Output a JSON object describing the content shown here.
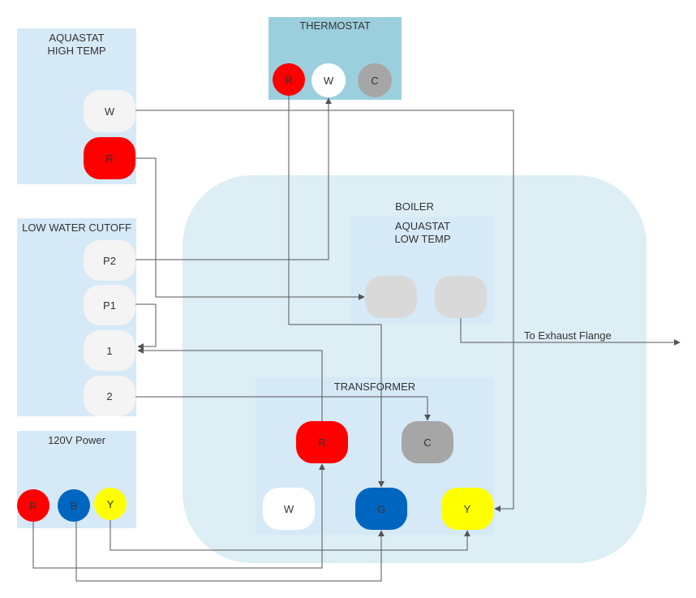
{
  "colors": {
    "red": "#ff0000",
    "white": "#ffffff",
    "light_gray": "#f4f4f4",
    "gray": "#a6a6a6",
    "placeholder": "#d9d9d9",
    "blue": "#0066c0",
    "yellow": "#ffff00",
    "panel": "#d6e9f6",
    "thermostat_panel": "#9ccfdd",
    "boiler": "#ddeef5",
    "wire": "#555555"
  },
  "aquastat_high": {
    "title": "AQUASTAT\nHIGH TEMP",
    "w": "W",
    "r": "R"
  },
  "thermostat": {
    "title": "THERMOSTAT",
    "r": "R",
    "w": "W",
    "c": "C"
  },
  "low_water": {
    "title": "LOW WATER CUTOFF",
    "p2": "P2",
    "p1": "P1",
    "t1": "1",
    "t2": "2"
  },
  "power": {
    "title": "120V Power",
    "r": "R",
    "b": "B",
    "y": "Y"
  },
  "boiler": {
    "title": "BOILER",
    "aquastat_low": {
      "title": "AQUASTAT\nLOW TEMP"
    },
    "exhaust_label": "To Exhaust Flange",
    "transformer": {
      "title": "TRANSFORMER",
      "r": "R",
      "c": "C",
      "w": "W",
      "g": "G",
      "y": "Y"
    }
  }
}
